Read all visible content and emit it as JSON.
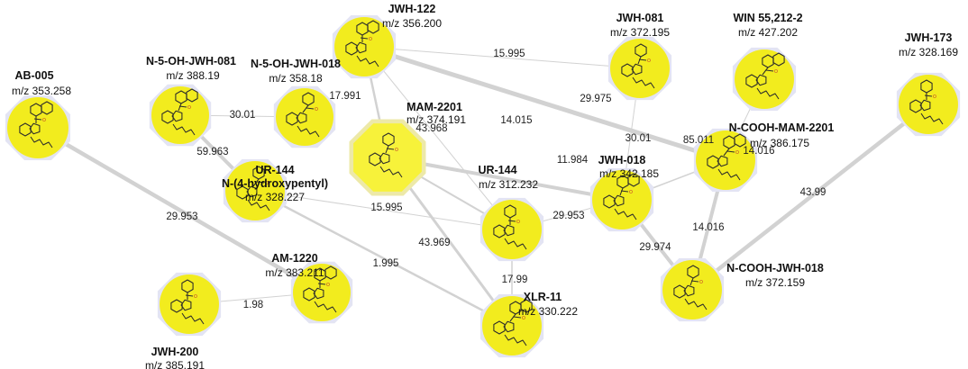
{
  "colors": {
    "node": "#f2ec1e",
    "node_halo": "#e3e4f3",
    "selected_node": "#f7f23a",
    "edge": "#d2d2d2"
  },
  "nodes": [
    {
      "id": "jwh122",
      "name": "JWH-122",
      "mz": "m/z 356.200"
    },
    {
      "id": "jwh081",
      "name": "JWH-081",
      "mz": "m/z 372.195"
    },
    {
      "id": "win55212",
      "name": "WIN 55,212-2",
      "mz": "m/z 427.202"
    },
    {
      "id": "jwh173",
      "name": "JWH-173",
      "mz": "m/z 328.169"
    },
    {
      "id": "n5ohjwh081",
      "name": "N-5-OH-JWH-081",
      "mz": "m/z 388.19"
    },
    {
      "id": "n5ohjwh018",
      "name": "N-5-OH-JWH-018",
      "mz": "m/z 358.18"
    },
    {
      "id": "ab005",
      "name": "AB-005",
      "mz": "m/z 353.258"
    },
    {
      "id": "mam2201",
      "name": "MAM-2201",
      "mz": "m/z 374.191"
    },
    {
      "id": "ncoohmam2201",
      "name": "N-COOH-MAM-2201",
      "mz": "m/z 386.175"
    },
    {
      "id": "ur144",
      "name": "UR-144",
      "mz": "m/z 312.232"
    },
    {
      "id": "jwh018",
      "name": "JWH-018",
      "mz": "m/z 342.185"
    },
    {
      "id": "ur144oh",
      "name": "UR-144",
      "name2": "N-(4-hydroxypentyl)",
      "mz": "m/z 328.227"
    },
    {
      "id": "am1220",
      "name": "AM-1220",
      "mz": "m/z 383.211"
    },
    {
      "id": "ncoohjwh018",
      "name": "N-COOH-JWH-018",
      "mz": "m/z 372.159"
    },
    {
      "id": "xlr11",
      "name": "XLR-11",
      "mz": "m/z 330.222"
    },
    {
      "id": "jwh200",
      "name": "JWH-200",
      "mz": "m/z 385.191"
    }
  ],
  "edges": [
    {
      "source": "jwh122",
      "target": "jwh081",
      "label": "15.995"
    },
    {
      "source": "jwh122",
      "target": "mam2201",
      "label": "17.991"
    },
    {
      "source": "jwh122",
      "target": "ur144",
      "label": "14.015"
    },
    {
      "source": "jwh122",
      "target": "ncoohmam2201",
      "label": "29.975"
    },
    {
      "source": "n5ohjwh081",
      "target": "n5ohjwh018",
      "label": "30.01"
    },
    {
      "source": "n5ohjwh081",
      "target": "ur144oh",
      "label": "59.963"
    },
    {
      "source": "mam2201",
      "target": "ur144",
      "label": "43.968"
    },
    {
      "source": "mam2201",
      "target": "jwh018",
      "label": "11.984"
    },
    {
      "source": "mam2201",
      "target": "xlr11",
      "label": "43.969"
    },
    {
      "source": "jwh081",
      "target": "jwh018",
      "label": "30.01"
    },
    {
      "source": "win55212",
      "target": "ncoohmam2201",
      "label": "85.011"
    },
    {
      "source": "jwh018",
      "target": "ncoohmam2201",
      "label": "14.016"
    },
    {
      "source": "ncoohmam2201",
      "target": "ncoohjwh018",
      "label": "14.016"
    },
    {
      "source": "jwh173",
      "target": "ncoohjwh018",
      "label": "43.99"
    },
    {
      "source": "ab005",
      "target": "am1220",
      "label": "29.953"
    },
    {
      "source": "ur144oh",
      "target": "ur144",
      "label": "15.995"
    },
    {
      "source": "ur144oh",
      "target": "xlr11",
      "label": "1.995"
    },
    {
      "source": "ur144",
      "target": "jwh018",
      "label": "29.953"
    },
    {
      "source": "ur144",
      "target": "xlr11",
      "label": "17.99"
    },
    {
      "source": "jwh018",
      "target": "ncoohjwh018",
      "label": "29.974"
    },
    {
      "source": "am1220",
      "target": "jwh200",
      "label": "1.98"
    }
  ]
}
